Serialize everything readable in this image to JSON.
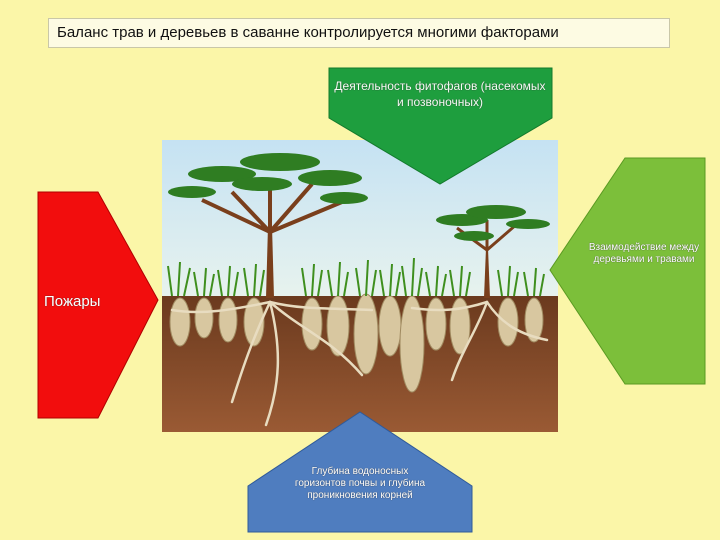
{
  "title": "Баланс трав и деревьев в саванне контролируется многими факторами",
  "factors": {
    "herbivores": "Деятельность фитофагов (насекомых и позвоночных)",
    "fires": "Пожары",
    "interaction": "Взаимодействие между деревьями и травами",
    "groundwater": "Глубина водоносных горизонтов почвы и глубина проникновения корней"
  },
  "colors": {
    "background": "#fbf6a8",
    "herbivores": "#1e9e3e",
    "fires": "#f20d0d",
    "interaction": "#7cbf3a",
    "groundwater": "#4f7dbf",
    "sky": "#cfe6f4",
    "soil": "#8a4a2a"
  }
}
